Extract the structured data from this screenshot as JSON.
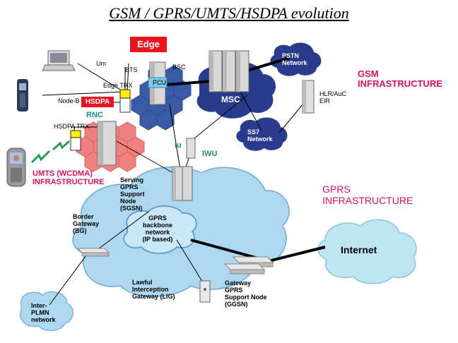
{
  "title": "GSM / GPRS/UMTS/HSDPA evolution",
  "badges": {
    "edge": "Edge",
    "hsdpa": "HSDPA"
  },
  "labels": {
    "um": "Um",
    "bts": "BTS",
    "bsc": "BSC",
    "edge_trx": "Edge TRX",
    "pcu": "PCU",
    "node_b": "Node-B",
    "rnc": "RNC",
    "hsdpa_trx": "HSDPA TRX",
    "iu": "Iu",
    "iwu": "IWU",
    "msc": "MSC",
    "pstn": [
      "PSTN",
      "Network"
    ],
    "ss7": [
      "SS7",
      "Network"
    ],
    "hlr": [
      "HLR/AuC",
      "EIR"
    ],
    "gsm_infra": [
      "GSM",
      "INFRASTRUCTURE"
    ],
    "gprs_infra": [
      "GPRS",
      "INFRASTRUCTURE"
    ],
    "umts_infra": [
      "UMTS (WCDMA)",
      "INFRASTRUCTURE"
    ],
    "sgsn": [
      "Serving",
      "GPRS",
      "Support",
      "Node",
      "(SGSN)"
    ],
    "bg": [
      "Border",
      "Gateway",
      "(BG)"
    ],
    "backbone": [
      "GPRS",
      "backbone",
      "network",
      "(IP based)"
    ],
    "lig": [
      "Lawful",
      "Interception",
      "Gateway (LIG)"
    ],
    "ggsn": [
      "Gateway",
      "GPRS",
      "Support Node",
      "(GGSN)"
    ],
    "internet": "Internet",
    "inter_plmn": [
      "Inter-",
      "PLMN",
      "network"
    ]
  },
  "colors": {
    "cloud_blue": "#aed8f0",
    "cloud_stroke": "#6fa9d0",
    "msc_cloud": "#2a3a8c",
    "hex_blue": "#3a5aa8",
    "hex_red": "#f08080",
    "accent_red": "#e8141e",
    "label_red": "#d4145a",
    "teal": "#1a8a8a",
    "internet_cloud": "#bfe4f2"
  },
  "icons": [
    "laptop-icon",
    "mobile-phone-icon",
    "video-phone-icon",
    "server-rack-icon",
    "router-icon",
    "antenna-icon",
    "wireless-signal-icon"
  ]
}
